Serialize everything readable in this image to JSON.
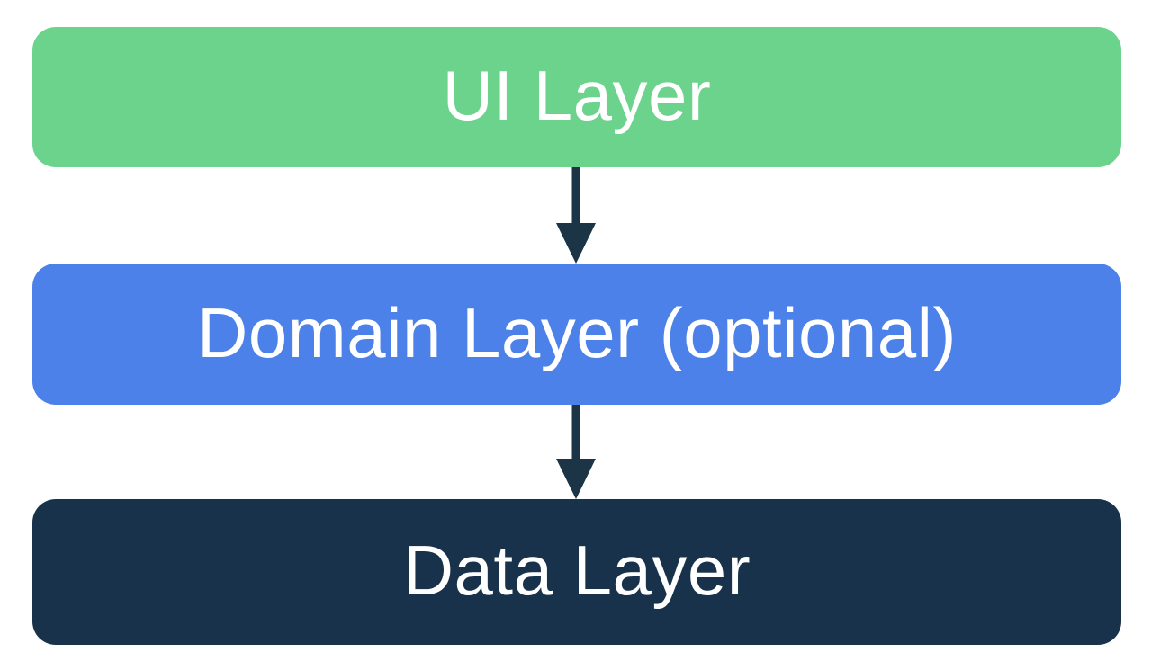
{
  "diagram": {
    "type": "flow",
    "description_of_flow": "UI Layer -> Domain Layer (optional) -> Data Layer",
    "background_color": "#FFFFFF",
    "layers": [
      {
        "id": "ui",
        "label": "UI Layer",
        "color": "#6CD38C",
        "text_color": "#FFFFFF"
      },
      {
        "id": "domain",
        "label": "Domain Layer (optional)",
        "color": "#4C81EA",
        "text_color": "#FFFFFF"
      },
      {
        "id": "data",
        "label": "Data Layer",
        "color": "#17324A",
        "text_color": "#FFFFFF"
      }
    ],
    "arrow_color": "#1B3546"
  }
}
